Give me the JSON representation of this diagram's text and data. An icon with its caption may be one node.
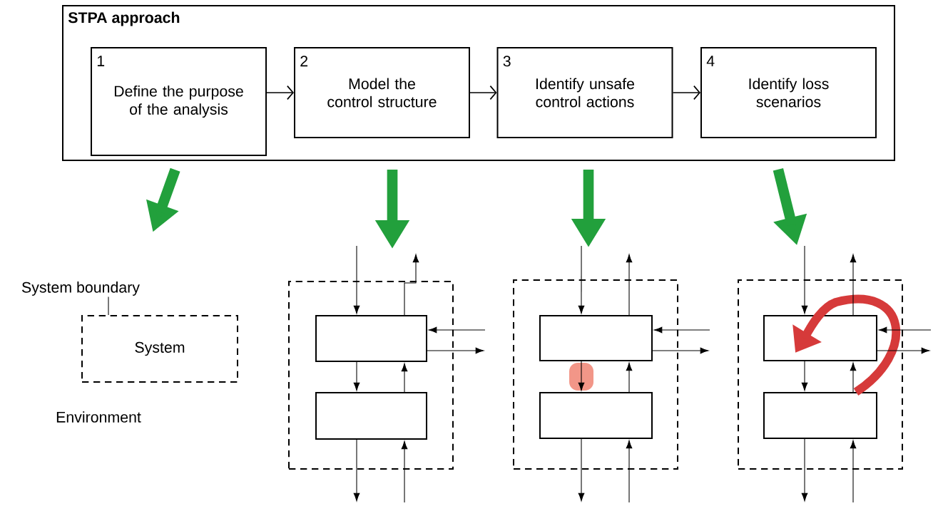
{
  "diagram": {
    "nodes": [
      {
        "text": [
          "STPA approach"
        ]
      },
      {
        "text": [
          "1",
          "Define the purpose of the analysis"
        ],
        "in": 0
      },
      {
        "text": [
          "2",
          "Model the control structure"
        ],
        "in": 0
      },
      {
        "text": [
          "3",
          "Identify unsafe control actions"
        ],
        "in": 0
      },
      {
        "text": [
          "4",
          "Identify loss scenarios"
        ],
        "in": 0
      },
      {
        "text": [
          "System boundary"
        ]
      },
      {
        "text": [
          "System"
        ]
      },
      {
        "text": [],
        "shape": "box"
      },
      {
        "text": [],
        "shape": "box",
        "in": 7
      },
      {
        "text": [],
        "shape": "box",
        "in": 7
      },
      {
        "text": [],
        "shape": "box"
      },
      {
        "text": [],
        "shape": "box",
        "in": 10
      },
      {
        "text": [],
        "shape": "box",
        "in": 10
      },
      {
        "text": [],
        "shape": "box"
      },
      {
        "text": [],
        "shape": "box",
        "in": 13
      },
      {
        "text": [],
        "shape": "box",
        "in": 13
      }
    ],
    "edges": [
      {
        "from": 1,
        "to": 2,
        "arrow": "to"
      },
      {
        "from": 2,
        "to": 3,
        "arrow": "to"
      },
      {
        "from": 3,
        "to": 4,
        "arrow": "to"
      },
      {
        "from": 0,
        "to": 5,
        "arrow": "to",
        "style": "thick",
        "color": "#22a03c"
      },
      {
        "from": 0,
        "to": 7,
        "arrow": "to",
        "style": "thick",
        "color": "#22a03c"
      },
      {
        "from": 0,
        "to": 10,
        "arrow": "to",
        "style": "thick",
        "color": "#22a03c"
      },
      {
        "from": 0,
        "to": 13,
        "arrow": "to",
        "style": "thick",
        "color": "#22a03c"
      },
      {
        "from": 5,
        "to": 6,
        "arrow": "none"
      },
      {
        "from": null,
        "to": 8,
        "arrow": "to"
      },
      {
        "from": 8,
        "to": null,
        "arrow": "to"
      },
      {
        "from": null,
        "to": 8,
        "arrow": "to"
      },
      {
        "from": 8,
        "to": null,
        "arrow": "to"
      },
      {
        "from": 8,
        "to": 9,
        "arrow": "to"
      },
      {
        "from": 9,
        "to": 8,
        "arrow": "to"
      },
      {
        "from": 9,
        "to": null,
        "arrow": "to"
      },
      {
        "from": null,
        "to": 9,
        "arrow": "to"
      },
      {
        "from": null,
        "to": 11,
        "arrow": "to"
      },
      {
        "from": 11,
        "to": null,
        "arrow": "to"
      },
      {
        "from": null,
        "to": 11,
        "arrow": "to"
      },
      {
        "from": 11,
        "to": null,
        "arrow": "to"
      },
      {
        "from": 11,
        "to": 12,
        "arrow": "to"
      },
      {
        "from": 12,
        "to": 11,
        "arrow": "to"
      },
      {
        "from": 12,
        "to": null,
        "arrow": "to"
      },
      {
        "from": null,
        "to": 12,
        "arrow": "to"
      },
      {
        "from": null,
        "to": 14,
        "arrow": "to"
      },
      {
        "from": 14,
        "to": null,
        "arrow": "to"
      },
      {
        "from": null,
        "to": 14,
        "arrow": "to"
      },
      {
        "from": 14,
        "to": null,
        "arrow": "to"
      },
      {
        "from": 14,
        "to": 15,
        "arrow": "to"
      },
      {
        "from": 15,
        "to": 14,
        "arrow": "to"
      },
      {
        "from": 15,
        "to": null,
        "arrow": "to"
      },
      {
        "from": null,
        "to": 15,
        "arrow": "to"
      },
      {
        "from": 15,
        "to": 14,
        "arrow": "to",
        "style": "thick",
        "color": "#d63a3a"
      }
    ],
    "labels": [
      "Environment"
    ]
  }
}
